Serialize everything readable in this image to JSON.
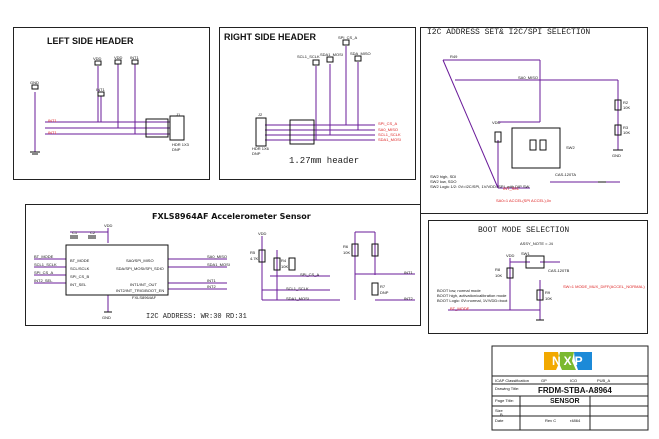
{
  "sections": {
    "left_header": "LEFT SIDE HEADER",
    "right_header": "RIGHT SIDE HEADER",
    "right_header_note": "1.27mm header",
    "i2c_title": "I2C ADDRESS SET& I2C/SPI SELECTION",
    "accel_title": "FXLS8964AF Accelerometer Sensor",
    "accel_note": "I2C ADDRESS:  WR:30 RD:31",
    "boot_title": "BOOT MODE SELECTION"
  },
  "left_header": {
    "nets": [
      "VDD",
      "VDD",
      "INT1",
      "INT1",
      "GND"
    ],
    "signals": [
      "INT1",
      "INT1"
    ],
    "connector": "J1",
    "connector_note": "HDR 1X3\nDNP"
  },
  "right_header": {
    "nets": [
      "SPI_CS_A",
      "SCL1_SCLK",
      "SDA1_MOSI",
      "SDA_MISO"
    ],
    "signals": [
      "SPI_CS_A",
      "SA0_MISO",
      "SCL1_SCLK",
      "SDA1_MOSI"
    ],
    "connector": "J2",
    "connector_note": "HDR 1X6\nDNP"
  },
  "i2c": {
    "nets": [
      "R49",
      "SA0_MISO",
      "SW2",
      "VDD",
      "R2",
      "10K",
      "R3",
      "10K",
      "GND",
      "INT_SEL"
    ],
    "switch_label": "CAS-120TA",
    "logic_notes": [
      "SW2 high, SDI",
      "SW2 low, SDO",
      "SW2 Logic 1/2: 0V=I2C/SPI, 1V/VDD=SPI, with DIP SW"
    ],
    "red_note": "SA0=1 ACCEL(SPI ACCEL),0x",
    "red_signal": "INT_SEL"
  },
  "accel": {
    "pins_left": [
      "BT_MODE",
      "SCL1_SCLK",
      "SPI_CS_A",
      "INT2_SEL"
    ],
    "chip_left": [
      "BT_MODE",
      "SCL/SCLK",
      "SPI_CS_B",
      "INT_SEL"
    ],
    "chip_right": [
      "SA0/SPI_MISO",
      "SDA/SPI_MOSI/SPI_SDIO",
      "INT1/INT_OUT",
      "INT2/INT_TRIG/BOOT_EN"
    ],
    "pins_right": [
      "SA0_MISO",
      "SDA1_MOSI",
      "INT1",
      "INT2"
    ],
    "chip_name": "FXLS8964AF",
    "nets": [
      "VDD",
      "C1",
      "C2",
      "VDD",
      "GND",
      "R5",
      "4.7K",
      "R4",
      "10K",
      "R6",
      "10K",
      "R7",
      "DNP",
      "SPI_CS_A",
      "SCL1_SCLK",
      "SDA1_MOSI",
      "INT1",
      "INT2"
    ]
  },
  "boot": {
    "nets": [
      "VDD",
      "ASSY_NOTE = J4",
      "SW1",
      "CAS-120TB",
      "R8",
      "10K",
      "R9",
      "10K",
      "BT_MODE"
    ],
    "notes": [
      "BOOT low, normal mode",
      "BOOT high, activation/calibration mode",
      "BOOT Logic: 0V=normal, 1V/VDD=boot"
    ],
    "red_note": "SW=1 MODE_MUX_DIFF(ACCEL_NORMAL)"
  },
  "title_block": {
    "logo": "NXP",
    "title": "FRDM-STBA-A8964",
    "sheet_label": "SENSOR",
    "rows": [
      "ICAP Classification",
      "Drawing Title:",
      "Page Title:",
      "Size",
      "Date"
    ],
    "values": [
      "GP",
      "ICO",
      "PUB_A",
      "B",
      "Rev C",
      "r4864"
    ]
  },
  "colors": {
    "wire": "#6a1b9a",
    "net": "#2a2a7a",
    "red": "#d22222",
    "frame": "#222222"
  }
}
